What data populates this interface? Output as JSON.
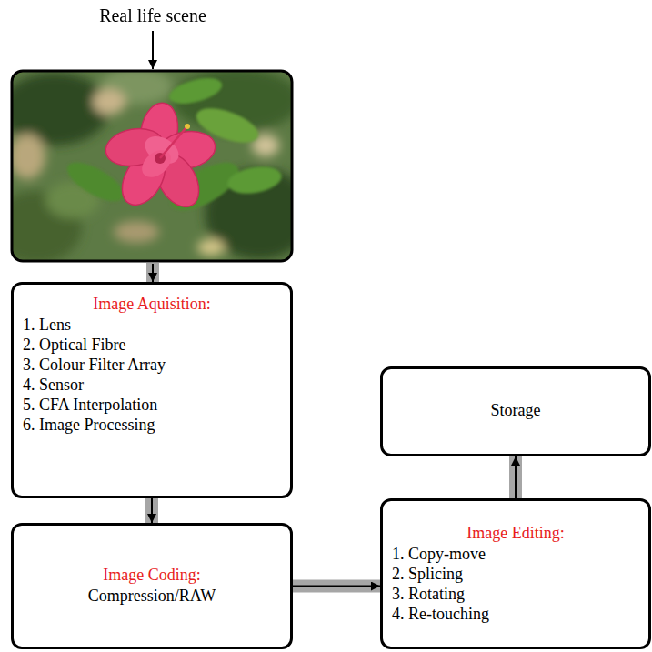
{
  "diagram": {
    "nodes": [
      {
        "text": [
          "Image Aquisition:",
          "1. Lens",
          "2. Optical Fibre",
          "3. Colour Filter Array",
          "4. Sensor",
          "5. CFA Interpolation",
          "6. Image Processing"
        ]
      },
      {
        "text": [
          "Image Coding:",
          "Compression/RAW"
        ]
      },
      {
        "text": [
          "Image Editing:",
          "1. Copy-move",
          "2. Splicing",
          "3. Rotating",
          "4. Re-touching"
        ]
      },
      {
        "text": [
          "Storage"
        ]
      }
    ],
    "edges": [
      {
        "from": 0,
        "to": 1,
        "arrow": "to"
      },
      {
        "from": 1,
        "to": 2,
        "arrow": "to"
      },
      {
        "from": 2,
        "to": 3,
        "arrow": "to"
      }
    ],
    "labels": [
      "Real life scene"
    ]
  }
}
